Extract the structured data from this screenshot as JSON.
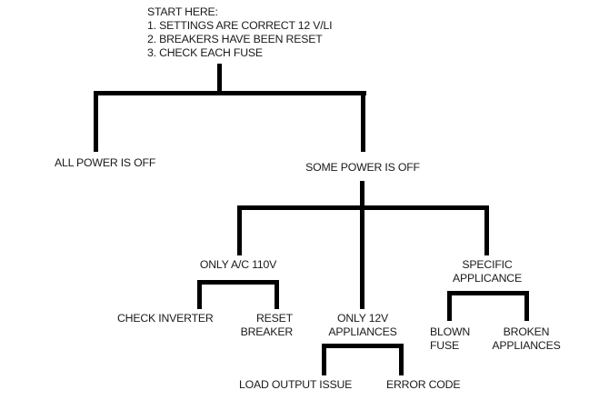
{
  "diagram": {
    "type": "troubleshooting-tree",
    "line_color": "#000000",
    "text_color": "#1a1a1a",
    "background": "#ffffff",
    "root": {
      "lines": [
        "START HERE:",
        "1. SETTINGS ARE CORRECT 12 V/LI",
        "2. BREAKERS HAVE BEEN RESET",
        "3. CHECK EACH FUSE"
      ]
    },
    "nodes": {
      "all_power_off": {
        "lines": [
          "ALL POWER IS OFF"
        ]
      },
      "some_power_off": {
        "lines": [
          "SOME POWER IS OFF"
        ]
      },
      "only_ac_110v": {
        "lines": [
          "ONLY A/C 110V"
        ]
      },
      "only_12v": {
        "lines": [
          "ONLY 12V",
          "APPLIANCES"
        ]
      },
      "specific_appliance": {
        "lines": [
          "SPECIFIC",
          "APPLICANCE"
        ]
      },
      "check_inverter": {
        "lines": [
          "CHECK INVERTER"
        ]
      },
      "reset_breaker": {
        "lines": [
          "RESET",
          "BREAKER"
        ]
      },
      "load_output_issue": {
        "lines": [
          "LOAD OUTPUT ISSUE"
        ]
      },
      "error_code": {
        "lines": [
          "ERROR CODE"
        ]
      },
      "blown_fuse": {
        "lines": [
          "BLOWN",
          "FUSE"
        ]
      },
      "broken_appliances": {
        "lines": [
          "BROKEN",
          "APPLIANCES"
        ]
      }
    },
    "edges": [
      {
        "from": "root",
        "to": "all_power_off"
      },
      {
        "from": "root",
        "to": "some_power_off"
      },
      {
        "from": "some_power_off",
        "to": "only_ac_110v"
      },
      {
        "from": "some_power_off",
        "to": "only_12v"
      },
      {
        "from": "some_power_off",
        "to": "specific_appliance"
      },
      {
        "from": "only_ac_110v",
        "to": "check_inverter"
      },
      {
        "from": "only_ac_110v",
        "to": "reset_breaker"
      },
      {
        "from": "only_12v",
        "to": "load_output_issue"
      },
      {
        "from": "only_12v",
        "to": "error_code"
      },
      {
        "from": "specific_appliance",
        "to": "blown_fuse"
      },
      {
        "from": "specific_appliance",
        "to": "broken_appliances"
      }
    ]
  }
}
